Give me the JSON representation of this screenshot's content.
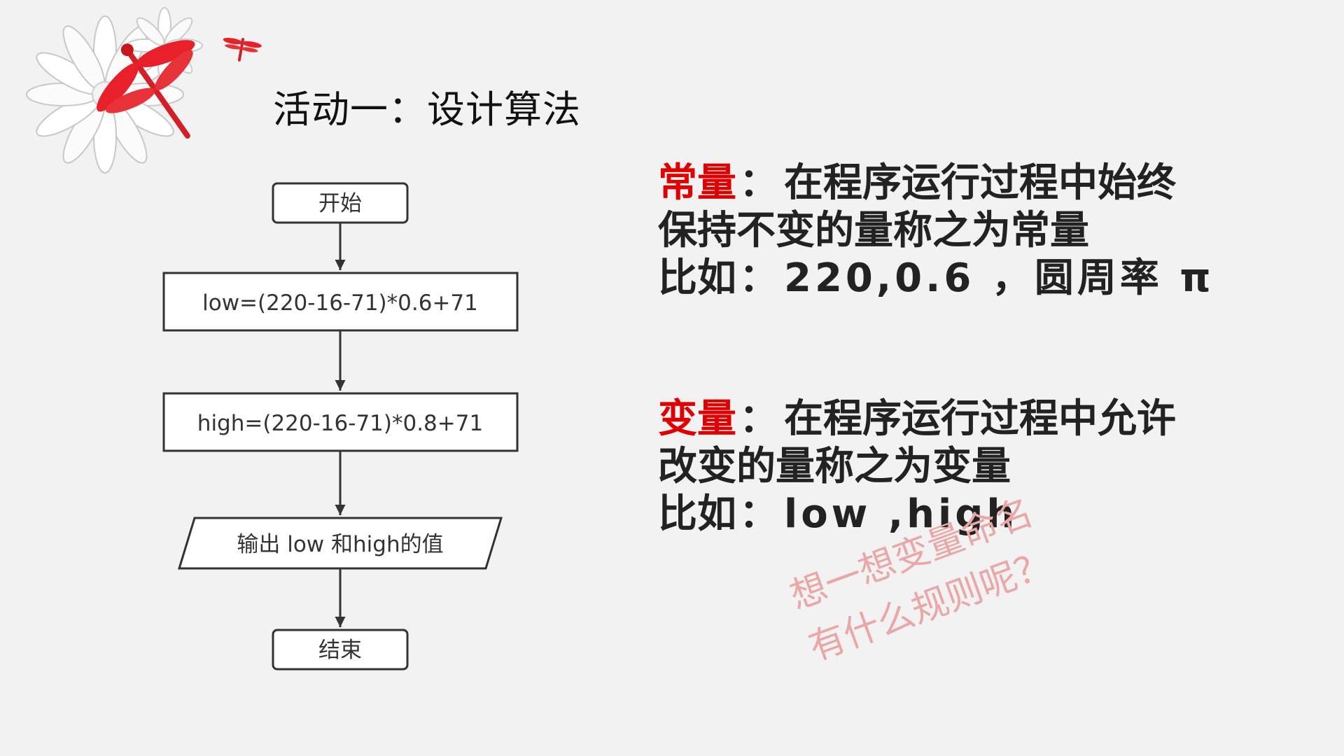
{
  "slide": {
    "title": "活动一：设计算法"
  },
  "flowchart": {
    "start_label": "开始",
    "step1_label": "low=(220-16-71)*0.6+71",
    "step2_label": "high=(220-16-71)*0.8+71",
    "output_label": "输出 low 和high的值",
    "end_label": "结束"
  },
  "constant": {
    "term": "常量",
    "colon": "：",
    "def_line1": "在程序运行过程中始终",
    "def_line2": "保持不变的量称之为常量",
    "example_prefix": "比如",
    "example_colon": "：",
    "example_value": "220,0.6 ，圆周率 π"
  },
  "variable": {
    "term": "变量",
    "colon": "：",
    "def_line1": "在程序运行过程中允许",
    "def_line2": "改变的量称之为变量",
    "example_prefix": "比如",
    "example_colon": "：",
    "example_value": "low ,high"
  },
  "prompt": {
    "line1": "想一想变量命名",
    "line2": "有什么规则呢？"
  },
  "colors": {
    "accent": "#e00000",
    "prompt": "#e9a7a7",
    "text": "#222222",
    "background": "#f2f2f2"
  },
  "decoration": {
    "icons": [
      "paper-flower-icon",
      "dragonfly-icon"
    ]
  }
}
